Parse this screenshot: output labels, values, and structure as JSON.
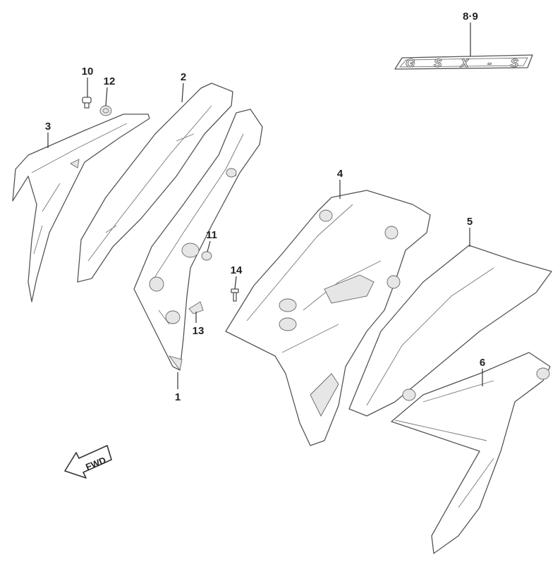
{
  "diagram": {
    "callouts": [
      {
        "id": "c89",
        "text": "8·9"
      },
      {
        "id": "c10",
        "text": "10"
      },
      {
        "id": "c12",
        "text": "12"
      },
      {
        "id": "c3",
        "text": "3"
      },
      {
        "id": "c2",
        "text": "2"
      },
      {
        "id": "c11",
        "text": "11"
      },
      {
        "id": "c14",
        "text": "14"
      },
      {
        "id": "c13",
        "text": "13"
      },
      {
        "id": "c1",
        "text": "1"
      },
      {
        "id": "c4",
        "text": "4"
      },
      {
        "id": "c5",
        "text": "5"
      },
      {
        "id": "c6",
        "text": "6"
      }
    ],
    "emblem_text": "GSX-S",
    "direction_label": "FWD"
  }
}
